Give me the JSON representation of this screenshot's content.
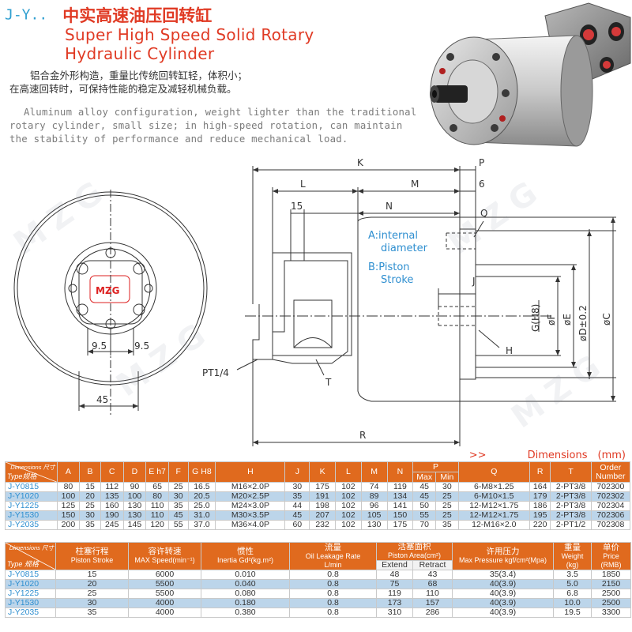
{
  "header": {
    "code": "J-Y..",
    "title_cn": "中实高速油压回转缸",
    "title_en_line1": "Super High Speed Solid Rotary",
    "title_en_line2": "Hydraulic Cylinder",
    "desc_cn_line1": "铝合金外形构造，重量比传统回转缸轻，体积小；",
    "desc_cn_line2": "在高速回转时，可保持性能的稳定及减轻机械负载。",
    "desc_en_line1": "Aluminum alloy configuration, weight lighter than the traditional",
    "desc_en_line2": "rotary cylinder, small size; in high-speed rotation, can maintain",
    "desc_en_line3": "the stability of performance and reduce mechanical load."
  },
  "drawing": {
    "watermark": "MZG",
    "logo": "MZG",
    "labels": {
      "K": "K",
      "P": "P",
      "L": "L",
      "M": "M",
      "six": "6",
      "fifteen": "15",
      "N": "N",
      "Q": "Q",
      "A": "A:internal",
      "A2": "diameter",
      "B": "B:Piston",
      "B2": "Stroke",
      "J": "J",
      "G": "G(H8)",
      "F": "øF",
      "E": "øE",
      "D": "øD±0.2",
      "C": "øC",
      "H": "H",
      "T": "T",
      "R": "R",
      "PT": "PT1/4",
      "d95a": "9.5",
      "d95b": "9.5",
      "d45": "45"
    }
  },
  "dims_label": {
    "arrows": ">>",
    "text": "Dimensions　(mm)"
  },
  "table1": {
    "corner_top": "Dimensions 尺寸",
    "corner_bottom": "Type规格",
    "headers": [
      "A",
      "B",
      "C",
      "D",
      "E h7",
      "F",
      "G H8",
      "H",
      "J",
      "K",
      "L",
      "M",
      "N",
      "P",
      "Q",
      "R",
      "T",
      "Order Number"
    ],
    "p_max": "Max",
    "p_min": "Min",
    "rows": [
      [
        "J-Y0815",
        "80",
        "15",
        "112",
        "90",
        "65",
        "25",
        "16.5",
        "M16×2.0P",
        "30",
        "175",
        "102",
        "74",
        "119",
        "45",
        "30",
        "6-M8×1.25",
        "164",
        "2-PT3/8",
        "702300"
      ],
      [
        "J-Y1020",
        "100",
        "20",
        "135",
        "100",
        "80",
        "30",
        "20.5",
        "M20×2.5P",
        "35",
        "191",
        "102",
        "89",
        "134",
        "45",
        "25",
        "6-M10×1.5",
        "179",
        "2-PT3/8",
        "702302"
      ],
      [
        "J-Y1225",
        "125",
        "25",
        "160",
        "130",
        "110",
        "35",
        "25.0",
        "M24×3.0P",
        "44",
        "198",
        "102",
        "96",
        "141",
        "50",
        "25",
        "12-M12×1.75",
        "186",
        "2-PT3/8",
        "702304"
      ],
      [
        "J-Y1530",
        "150",
        "30",
        "190",
        "130",
        "110",
        "45",
        "31.0",
        "M30×3.5P",
        "45",
        "207",
        "102",
        "105",
        "150",
        "55",
        "25",
        "12-M12×1.75",
        "195",
        "2-PT3/8",
        "702306"
      ],
      [
        "J-Y2035",
        "200",
        "35",
        "245",
        "145",
        "120",
        "55",
        "37.0",
        "M36×4.0P",
        "60",
        "232",
        "102",
        "130",
        "175",
        "70",
        "35",
        "12-M16×2.0",
        "220",
        "2-PT1/2",
        "702308"
      ]
    ]
  },
  "table2": {
    "corner_top": "Dimensions 尺寸",
    "corner_bottom": "Type 规格",
    "h_stroke_cn": "柱塞行程",
    "h_stroke_en": "Piston Stroke",
    "h_speed_cn": "容许转速",
    "h_speed_en": "MAX Speed(min⁻¹)",
    "h_inertia_cn": "惯性",
    "h_inertia_en": "Inertia Gd²(kg.m²)",
    "h_leak_cn": "流量",
    "h_leak_en": "Oil Leakage Rate",
    "h_leak_unit": "L/min",
    "h_area_cn": "活塞面积",
    "h_area_en": "Piston Area(cm²)",
    "h_extend": "Extend",
    "h_retract": "Retract",
    "h_press_cn": "许用压力",
    "h_press_en": "Max Pressure kgf/cm²(Mpa)",
    "h_weight_cn": "重量",
    "h_weight_en": "Weight",
    "h_weight_unit": "(kg)",
    "h_price_cn": "单价",
    "h_price_en": "Price",
    "h_price_unit": "(RMB)",
    "rows": [
      [
        "J-Y0815",
        "15",
        "6000",
        "0.010",
        "0.8",
        "48",
        "43",
        "35(3.4)",
        "3.5",
        "1850"
      ],
      [
        "J-Y1020",
        "20",
        "5500",
        "0.040",
        "0.8",
        "75",
        "68",
        "40(3.9)",
        "5.0",
        "2150"
      ],
      [
        "J-Y1225",
        "25",
        "5500",
        "0.080",
        "0.8",
        "119",
        "110",
        "40(3.9)",
        "6.8",
        "2500"
      ],
      [
        "J-Y1530",
        "30",
        "4000",
        "0.180",
        "0.8",
        "173",
        "157",
        "40(3.9)",
        "10.0",
        "2500"
      ],
      [
        "J-Y2035",
        "35",
        "4000",
        "0.380",
        "0.8",
        "310",
        "286",
        "40(3.9)",
        "19.5",
        "3300"
      ]
    ]
  }
}
